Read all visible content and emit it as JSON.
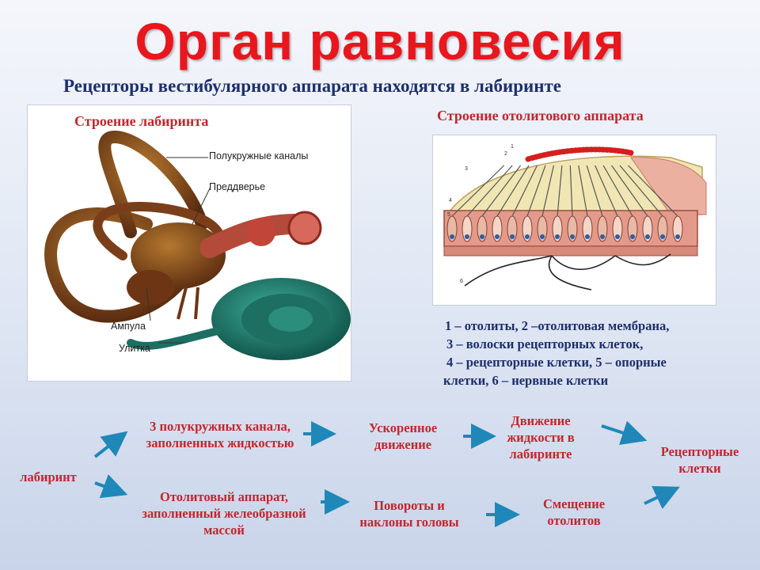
{
  "title": "Орган равновесия",
  "subtitle": "Рецепторы вестибулярного аппарата находятся в лабиринте",
  "labyrinth_panel": {
    "caption": "Строение лабиринта",
    "labels": {
      "canals": "Полукружные каналы",
      "vestibule": "Преддверье",
      "ampulla": "Ампула",
      "cochlea": "Улитка"
    }
  },
  "otolith_panel": {
    "caption": "Строение отолитового аппарата",
    "numbers": [
      "1",
      "2",
      "3",
      "4",
      "5",
      "6"
    ],
    "legend": [
      "1 – отолиты, 2 –отолитовая мембрана,",
      "3 – волоски рецепторных клеток,",
      "4 – рецепторные клетки, 5 – опорные",
      "клетки, 6 – нервные клетки"
    ]
  },
  "flow": {
    "start": "лабиринт",
    "canals": "3 полукружных канала, заполненных жидкостью",
    "otolith": "Отолитовый аппарат, заполненный желеобразной массой",
    "accelerated": "Ускоренное движение",
    "turns": "Повороты и наклоны головы",
    "fluid": "Движение жидкости в лабиринте",
    "shift": "Смещение отолитов",
    "receptors": "Рецепторные клетки"
  },
  "colors": {
    "title": "#e8171d",
    "subtitle": "#1d2f6b",
    "caption": "#c2262d",
    "arrow": "#1f88b8"
  }
}
